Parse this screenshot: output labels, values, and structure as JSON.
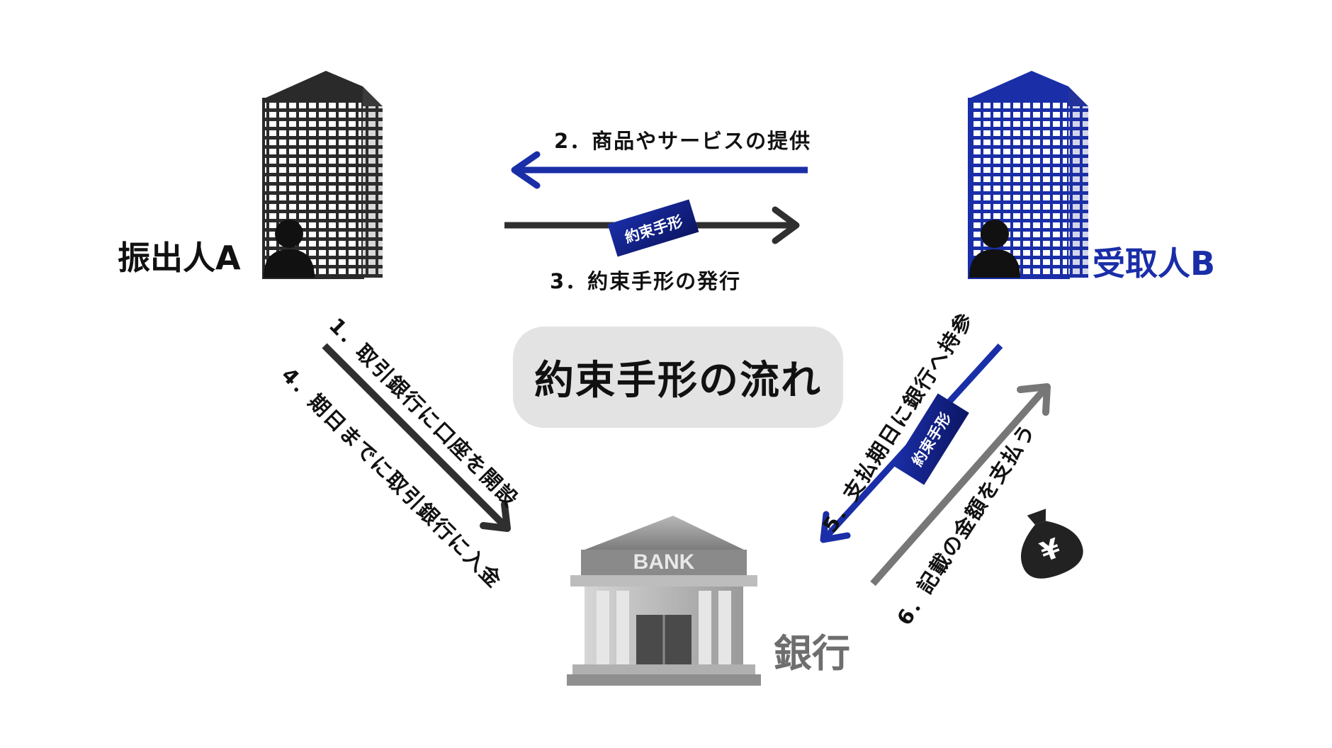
{
  "title": "約束手形の流れ",
  "parties": {
    "drawer": {
      "label": "振出人A",
      "icon": "office-building-icon",
      "color": "#111111"
    },
    "payee": {
      "label": "受取人B",
      "icon": "office-building-icon",
      "color": "#1a2ea8"
    },
    "bank": {
      "label": "銀行",
      "icon": "bank-building-icon",
      "sign": "BANK",
      "color": "#6e6e6e"
    }
  },
  "steps": [
    {
      "label": "1．取引銀行に口座を開設"
    },
    {
      "label": "2．商品やサービスの提供"
    },
    {
      "label": "3．約束手形の発行"
    },
    {
      "label": "4．期日までに取引銀行に入金"
    },
    {
      "label": "5．支払期日に銀行へ持参"
    },
    {
      "label": "6．記載の金額を支払う"
    }
  ],
  "note_tag": "約束手形",
  "money_bag_symbol": "¥",
  "colors": {
    "black": "#2f2f2f",
    "blue": "#1a2ea8",
    "gray": "#777777"
  }
}
